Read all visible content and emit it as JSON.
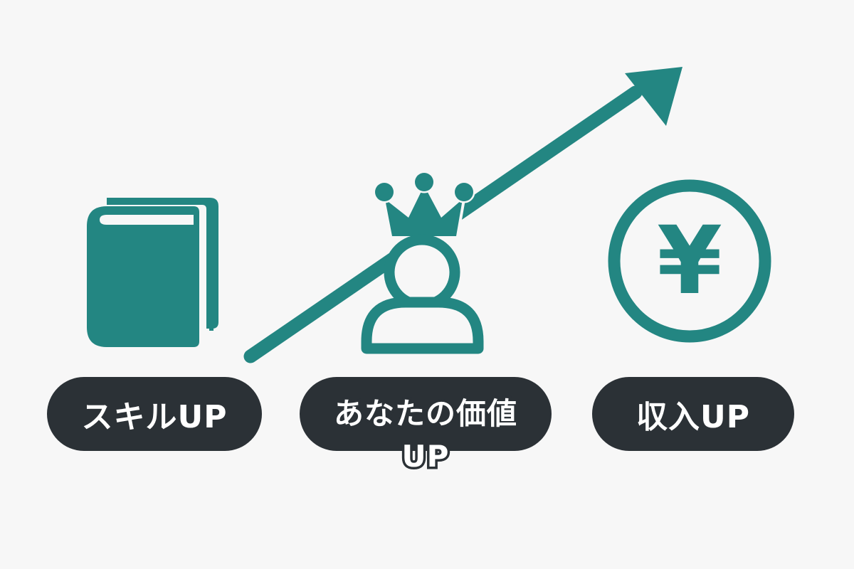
{
  "labels": {
    "skill": "スキルUP",
    "value_line1": "あなたの価値",
    "value_line2": "UP",
    "income": "収入UP"
  },
  "icons": {
    "left": "book-icon",
    "center": "crowned-person-icon",
    "right": "yen-coin-icon",
    "arrow": "upward-trend-arrow-icon",
    "yen_symbol": "¥"
  },
  "colors": {
    "accent": "#238682",
    "pill": "#2b3136",
    "pill_text": "#ffffff",
    "background": "#f7f7f7"
  }
}
